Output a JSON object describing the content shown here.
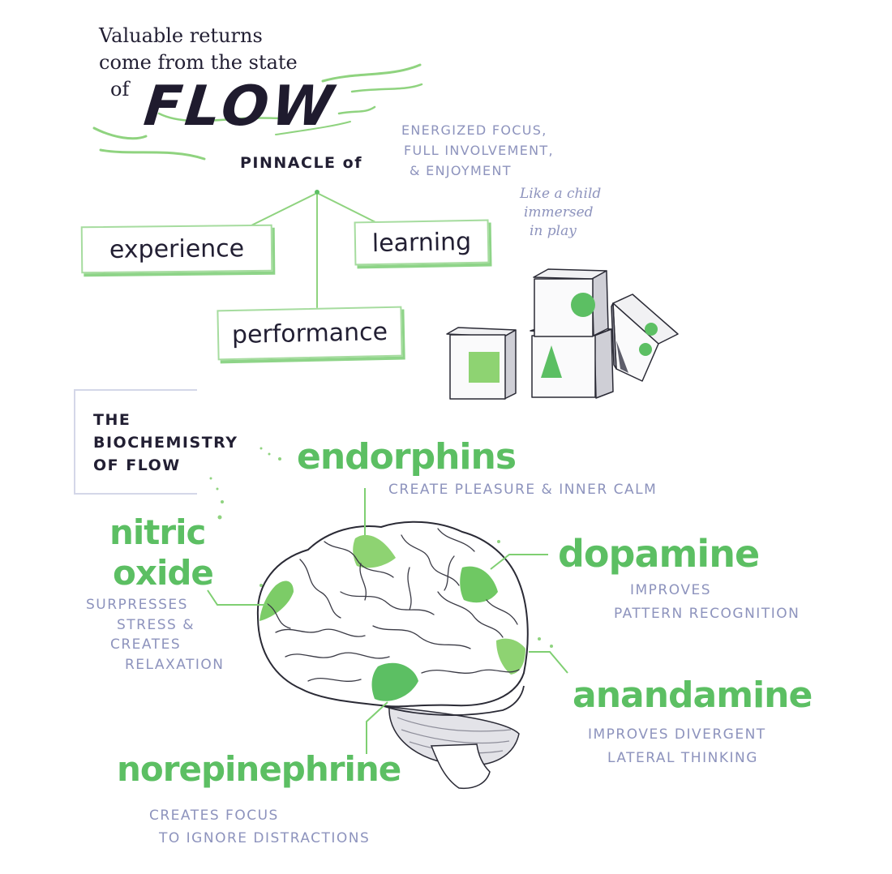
{
  "heading": {
    "lines": [
      "Valuable returns",
      "come from the state",
      "of"
    ],
    "emphasis": "FLOW"
  },
  "pinnacle": "PINNACLE of",
  "branches": {
    "experience": "experience",
    "learning": "learning",
    "performance": "performance"
  },
  "flow_traits": [
    "ENERGIZED FOCUS,",
    "FULL INVOLVEMENT,",
    "& ENJOYMENT"
  ],
  "child_note": [
    "Like a child",
    "immersed",
    "in play"
  ],
  "biochemistry": {
    "title_lines": [
      "THE",
      "BIOCHEMISTRY",
      "OF FLOW"
    ],
    "endorphins": {
      "name": "endorphins",
      "desc": [
        "CREATE PLEASURE & INNER CALM"
      ]
    },
    "nitric_oxide": {
      "name_lines": [
        "nitric",
        "oxide"
      ],
      "desc": [
        "SURPRESSES",
        "STRESS &",
        "CREATES",
        "RELAXATION"
      ]
    },
    "dopamine": {
      "name": "dopamine",
      "desc": [
        "IMPROVES",
        "PATTERN RECOGNITION"
      ]
    },
    "anandamine": {
      "name": "anandamine",
      "desc": [
        "IMPROVES DIVERGENT",
        "LATERAL THINKING"
      ]
    },
    "norepinephrine": {
      "name": "norepinephrine",
      "desc": [
        "CREATES FOCUS",
        "TO IGNORE DISTRACTIONS"
      ]
    }
  },
  "colors": {
    "accent_green": "#5cbf63",
    "ink_dark": "#221f33",
    "note_blue": "#8d93bd"
  },
  "icons": [
    "toy-block-square",
    "toy-block-triangle",
    "toy-block-circle",
    "toy-block-dots",
    "brain-illustration"
  ]
}
